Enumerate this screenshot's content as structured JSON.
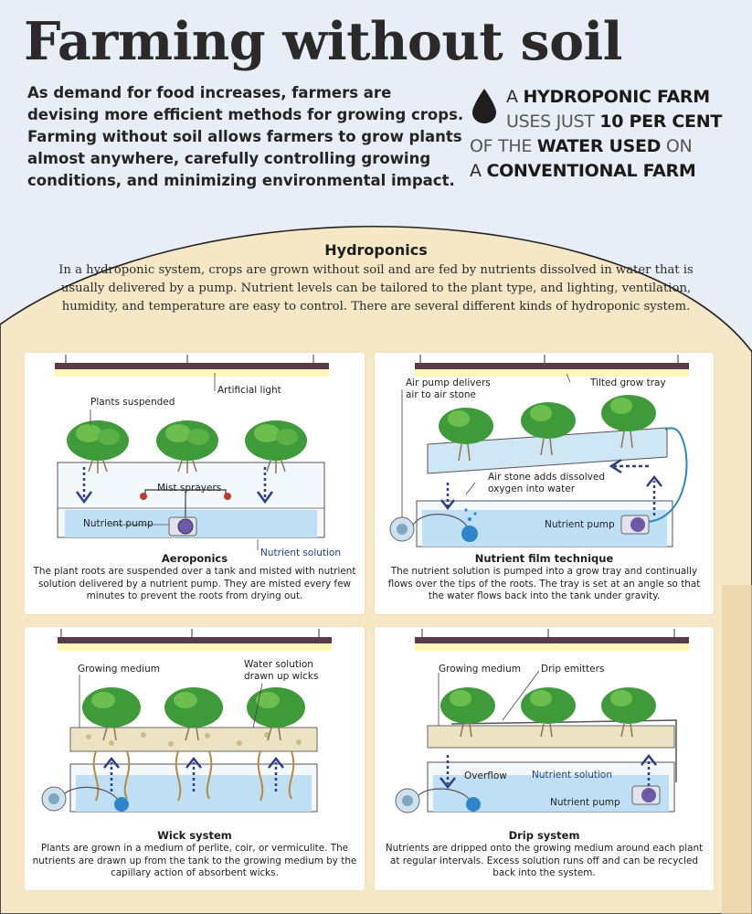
{
  "title": "Farming without soil",
  "intro": "As demand for food increases, farmers are devising more efficient methods for growing crops. Farming without soil allows farmers to grow plants almost anywhere, carefully controlling growing conditions, and minimizing environmental impact.",
  "fact": {
    "l1a": "A ",
    "l1b": "HYDROPONIC FARM",
    "l2a": "USES JUST ",
    "l2b": "10 PER CENT",
    "l3a": "OF THE ",
    "l3b": "WATER USED",
    "l3c": " ON",
    "l4a": "A ",
    "l4b": "CONVENTIONAL FARM",
    "icon": "water-drop-icon"
  },
  "section": {
    "title": "Hydroponics",
    "intro": "In a hydroponic system, crops are grown without soil and are fed by nutrients dissolved in water that is usually delivered by a pump. Nutrient levels can be tailored to the plant type, and lighting, ventilation, humidity, and temperature are easy to control. There are several different kinds of hydroponic system."
  },
  "panels": {
    "aeroponics": {
      "title": "Aeroponics",
      "body": "The plant roots are suspended over a tank and misted with nutrient solution delivered by a nutrient pump. They are misted every few minutes to prevent the roots from drying out.",
      "labels": {
        "light": "Artificial light",
        "plants": "Plants suspended",
        "sprayers": "Mist sprayers",
        "pump": "Nutrient pump",
        "solution": "Nutrient solution"
      }
    },
    "nft": {
      "title": "Nutrient film technique",
      "body": "The nutrient solution is pumped into a grow tray and continually flows over the tips of the roots. The tray is set at an angle so that the water flows back into the tank under gravity.",
      "labels": {
        "airpump": "Air pump delivers\nair to air stone",
        "tray": "Tilted grow tray",
        "airstone": "Air stone adds dissolved\noxygen into water",
        "pump": "Nutrient pump"
      }
    },
    "wick": {
      "title": "Wick system",
      "body": "Plants are grown in a medium of perlite, coir, or vermiculite. The nutrients are drawn up from the tank to the growing medium by the capillary action of absorbent wicks.",
      "labels": {
        "medium": "Growing medium",
        "water": "Water solution\ndrawn up wicks"
      }
    },
    "drip": {
      "title": "Drip system",
      "body": "Nutrients are dripped onto the growing medium around each plant at regular intervals. Excess solution runs off and can be recycled back into the system.",
      "labels": {
        "medium": "Growing medium",
        "emitters": "Drip emitters",
        "overflow": "Overflow",
        "solution": "Nutrient solution",
        "pump": "Nutrient pump"
      }
    }
  },
  "colors": {
    "background": "#e9eef6",
    "mound": "#f6e7c6",
    "light_bar": "#5a3b4a",
    "water": "#bfe0f4",
    "arrow": "#2f3b8c",
    "leaf": "#3f9a3a",
    "label_blue": "#1e3f8f"
  }
}
